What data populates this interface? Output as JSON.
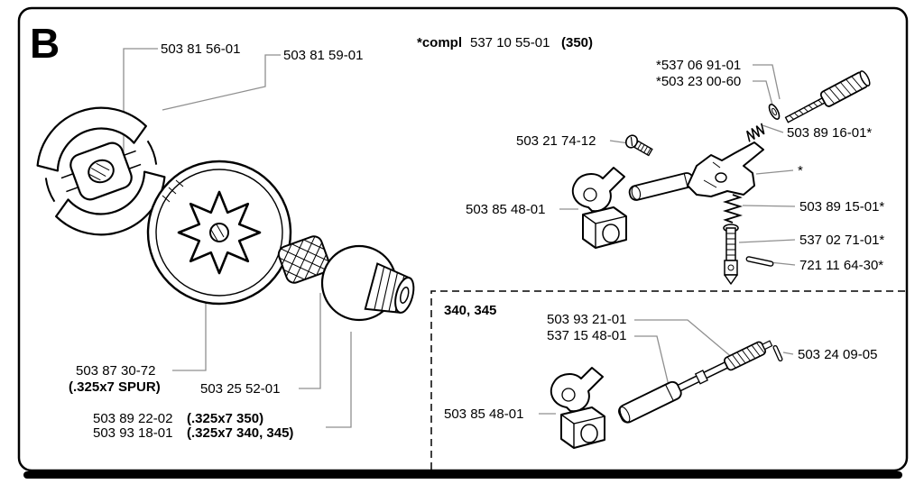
{
  "diagram": {
    "section_letter": "B",
    "complete_assembly": {
      "prefix": "*compl",
      "part_number": "537 10 55-01",
      "variant": "(350)"
    },
    "variant_box_label": "340, 345",
    "labels": {
      "clutch": "503 81 56-01",
      "clutch_spring": "503 81 59-01",
      "adjuster_screw_350": "*537 06 91-01",
      "washer": "*503 23 00-60",
      "spring_350": "503 89 16-01*",
      "screw": "503 21 74-12",
      "bracket_upper": "503 85 48-01",
      "asterisk_note": "*",
      "spring": "503 89 15-01*",
      "tensioner_adjuster": "537 02 71-01*",
      "pin": "721 11 64-30*",
      "tensioner_rod": "503 93 21-01",
      "tensioner_screw_340": "537 15 48-01",
      "pin_small": "503 24 09-05",
      "bracket_lower": "503 85 48-01",
      "clutch_drum": "503 87 30-72",
      "clutch_drum_spec": "(.325x7 SPUR)",
      "needle_bearing": "503 25 52-01",
      "sprocket_350_number": "503 89 22-02",
      "sprocket_350_spec": "(.325x7 350)",
      "sprocket_340_number": "503 93 18-01",
      "sprocket_340_spec": "(.325x7 340, 345)"
    }
  }
}
